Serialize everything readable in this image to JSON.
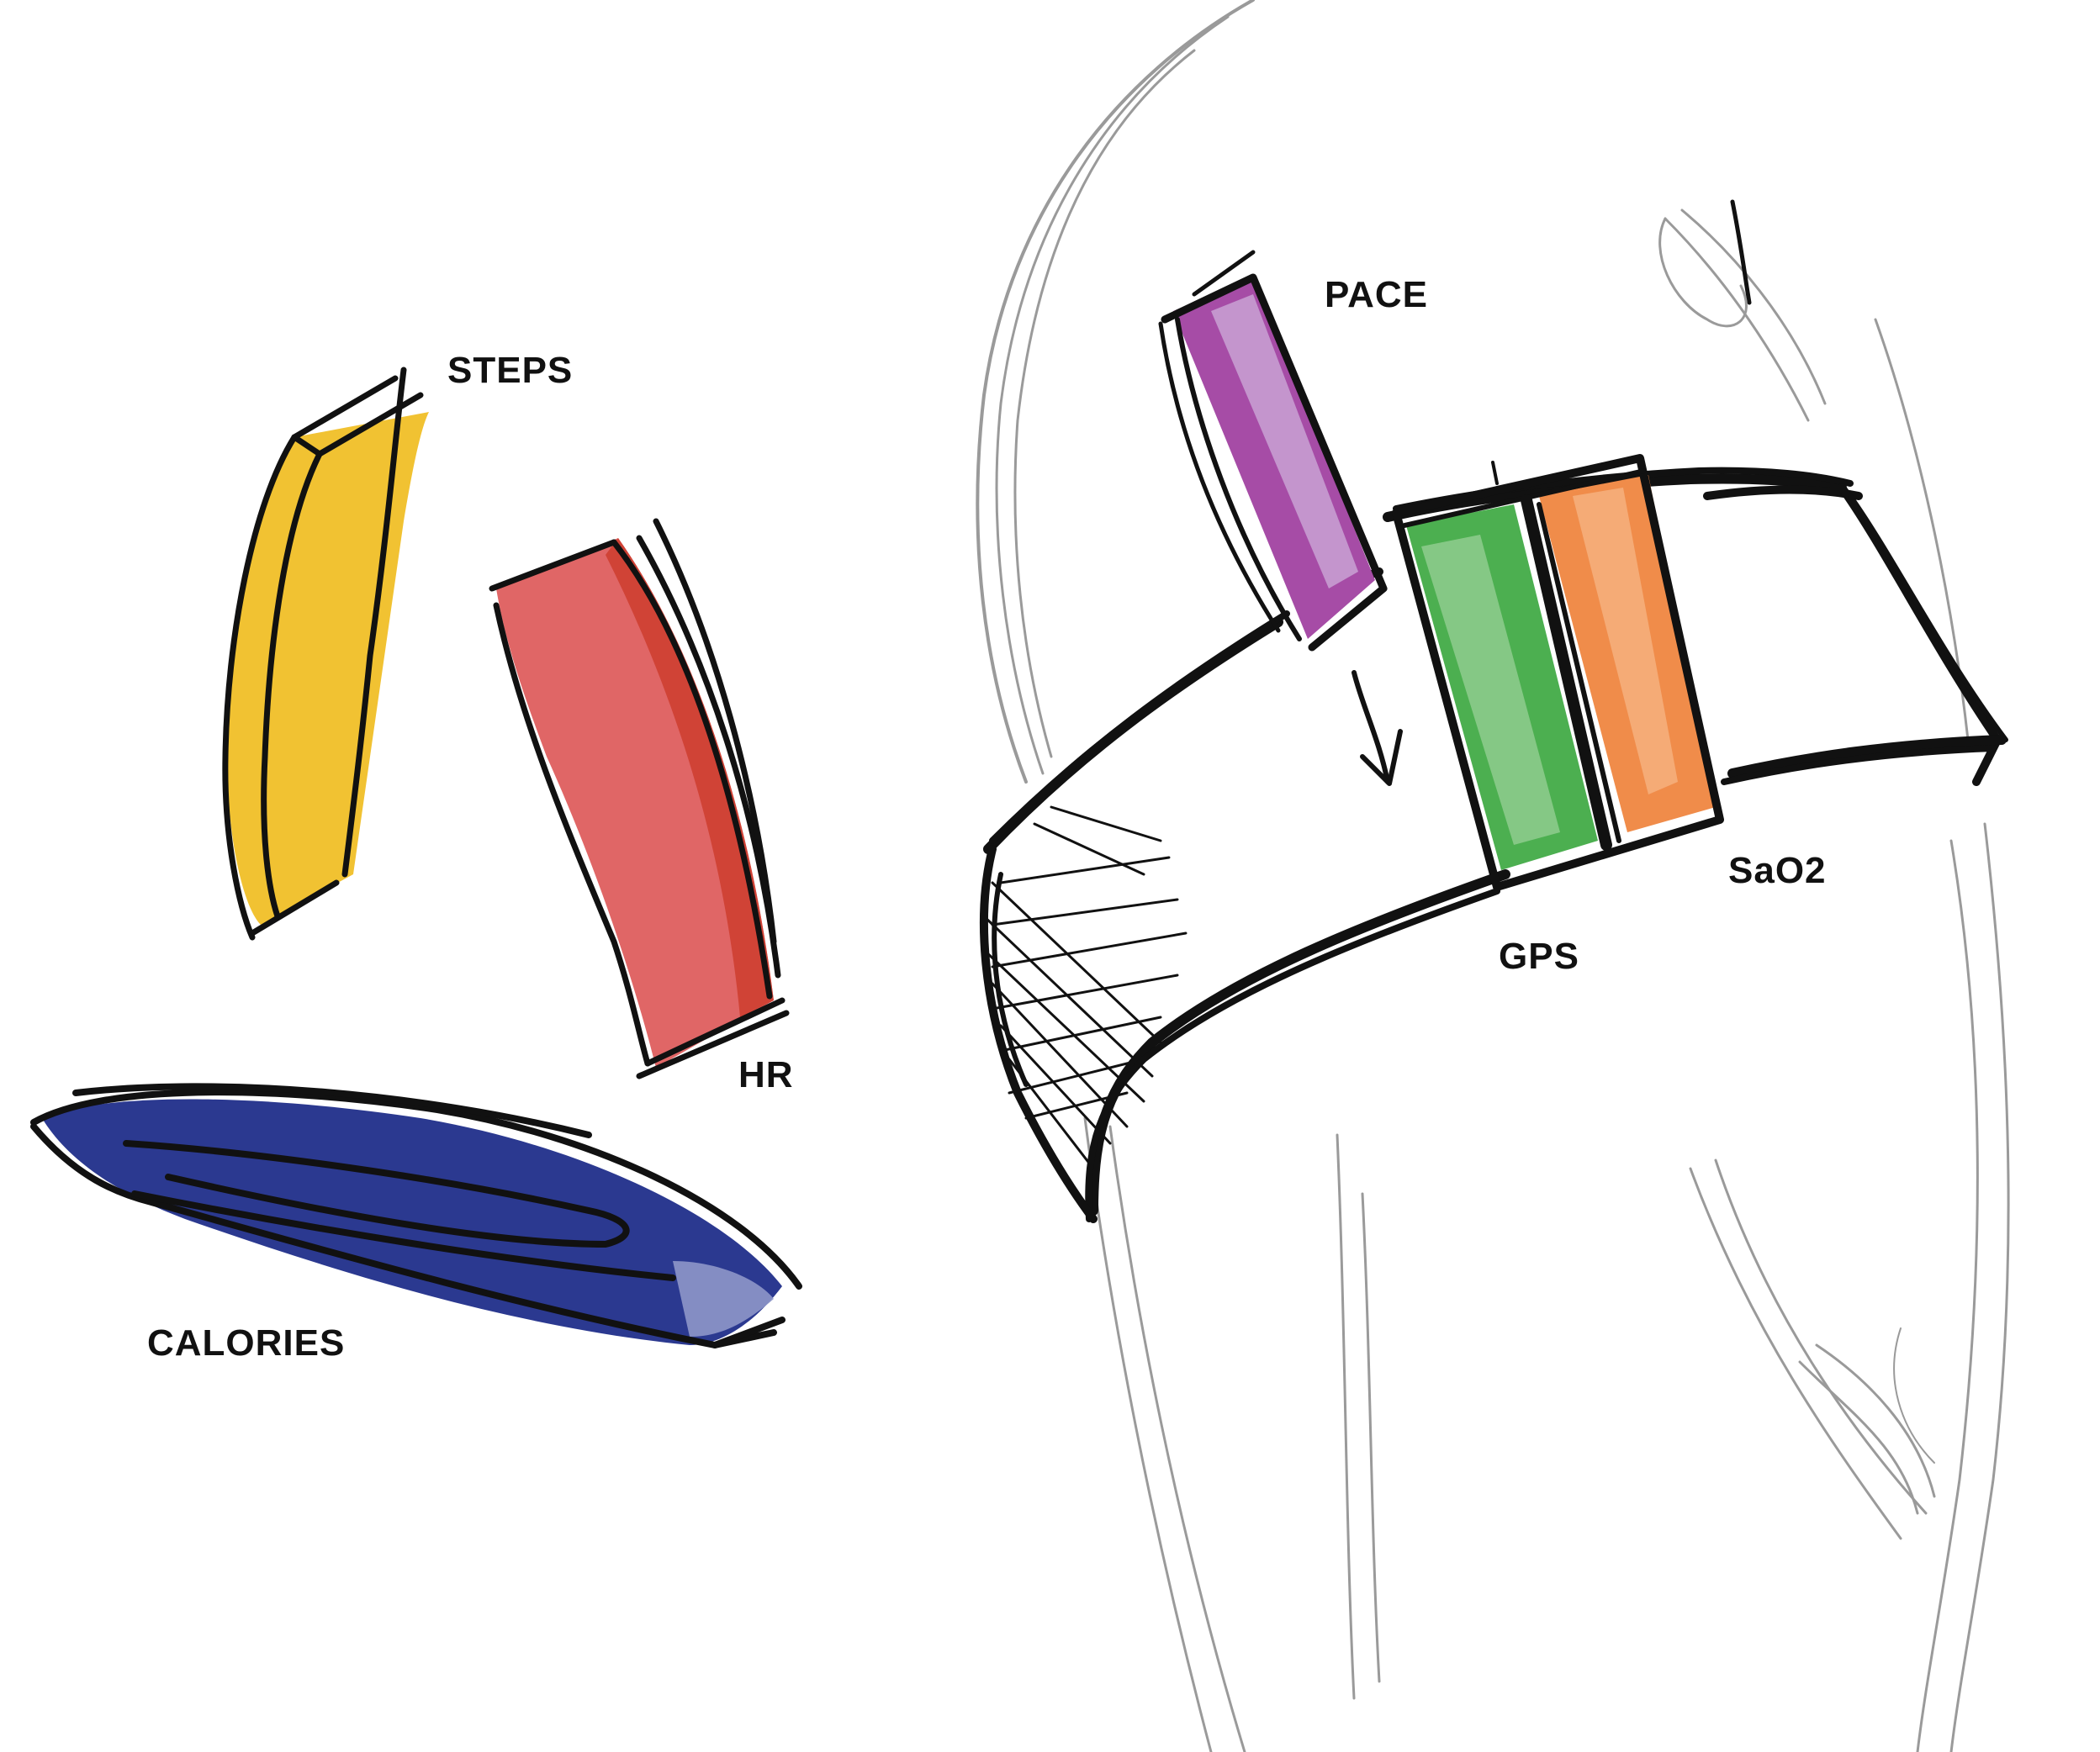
{
  "labels": {
    "steps": "STEPS",
    "hr": "HR",
    "calories": "CALORIES",
    "pace": "PACE",
    "gps": "GPS",
    "sao2": "SaO2"
  },
  "colors": {
    "steps": "#f1c232",
    "hr": "#e06666",
    "hr_dark": "#cc3b2b",
    "calories": "#2b3990",
    "calories_light": "#8e97c9",
    "pace": "#a64ca6",
    "pace_light": "#c9a2d4",
    "gps": "#4caf50",
    "gps_light": "#9ed39b",
    "sao2": "#f08c4a",
    "sao2_light": "#f6b889",
    "ink": "#111111",
    "pencil": "#9a9a9a"
  }
}
